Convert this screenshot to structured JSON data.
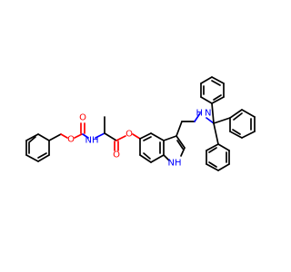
{
  "atom_colors": {
    "O": "#ff0000",
    "N": "#0000ff"
  },
  "labels": {
    "ester_o": "O",
    "ester_carbonyl_o": "O",
    "carbamate_o": "O",
    "carbamate_carbonyl_o": "O",
    "carbamate_nh": "NH",
    "amine_nh": "H N",
    "indole_nh": "NH"
  }
}
